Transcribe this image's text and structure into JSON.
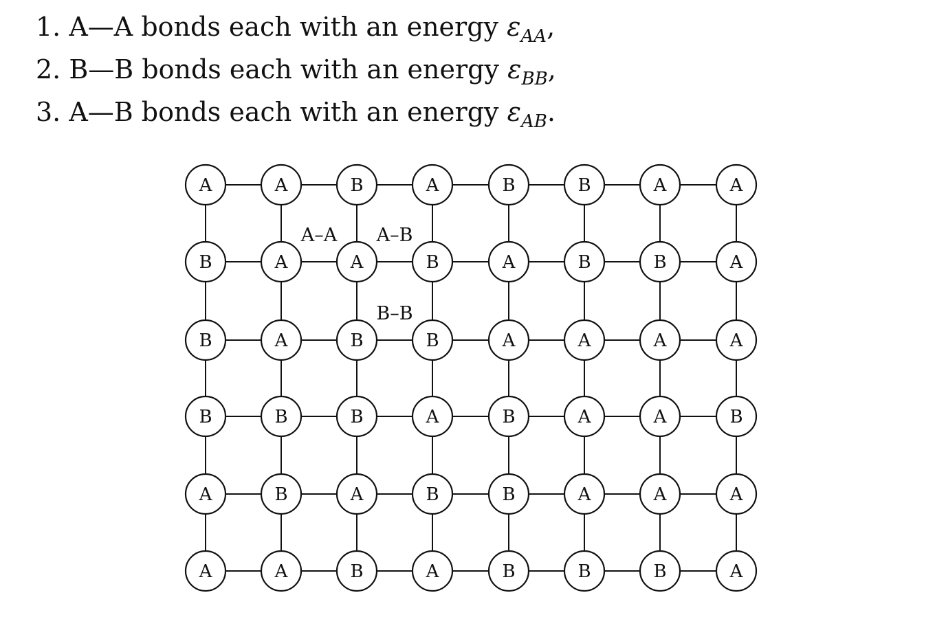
{
  "bond_list": [
    {
      "number": "1.",
      "text": "A—A bonds each with an energy",
      "symbol": "ε",
      "subscript": "AA",
      "end": ","
    },
    {
      "number": "2.",
      "text": "B—B bonds each with an energy",
      "symbol": "ε",
      "subscript": "BB",
      "end": ","
    },
    {
      "number": "3.",
      "text": "A—B bonds each with an energy",
      "symbol": "ε",
      "subscript": "AB",
      "end": "."
    }
  ],
  "lattice": {
    "rows": [
      [
        "A",
        "A",
        "B",
        "A",
        "B",
        "B",
        "A",
        "A"
      ],
      [
        "B",
        "A",
        "A",
        "B",
        "A",
        "B",
        "B",
        "A"
      ],
      [
        "B",
        "A",
        "B",
        "B",
        "A",
        "A",
        "A",
        "A"
      ],
      [
        "B",
        "B",
        "B",
        "A",
        "B",
        "A",
        "A",
        "B"
      ],
      [
        "A",
        "B",
        "A",
        "B",
        "B",
        "A",
        "A",
        "A"
      ],
      [
        "A",
        "A",
        "B",
        "A",
        "B",
        "B",
        "B",
        "A"
      ]
    ],
    "bond_labels": [
      {
        "text": "A–A",
        "between": [
          [
            1,
            1
          ],
          [
            1,
            2
          ]
        ]
      },
      {
        "text": "A–B",
        "between": [
          [
            1,
            2
          ],
          [
            1,
            3
          ]
        ]
      },
      {
        "text": "B–B",
        "between": [
          [
            2,
            2
          ],
          [
            2,
            3
          ]
        ]
      }
    ]
  }
}
